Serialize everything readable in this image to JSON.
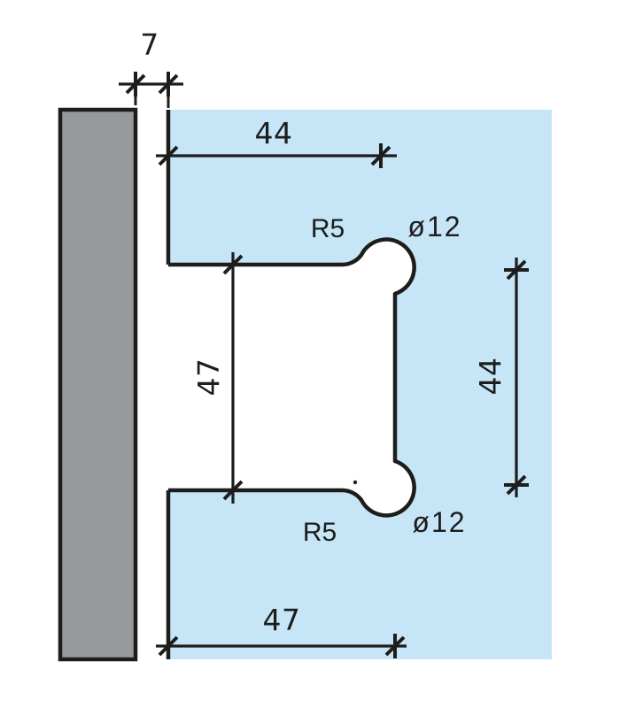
{
  "drawing": {
    "kind": "technical-dimension-drawing",
    "colors": {
      "glass_fill": "#c6e6f8",
      "profile_fill": "#97999c",
      "line": "#1d1d1b",
      "background": "#ffffff",
      "cutout_fill": "#ffffff"
    },
    "dimensions": {
      "gap_width": "7",
      "top_width": "44",
      "notch_height": "47",
      "hole_spacing": "44",
      "bottom_width": "47"
    },
    "annotations": {
      "top_fillet_radius": "R5",
      "top_hole_diameter": "ø12",
      "bottom_fillet_radius": "R5",
      "bottom_hole_diameter": "ø12"
    }
  }
}
